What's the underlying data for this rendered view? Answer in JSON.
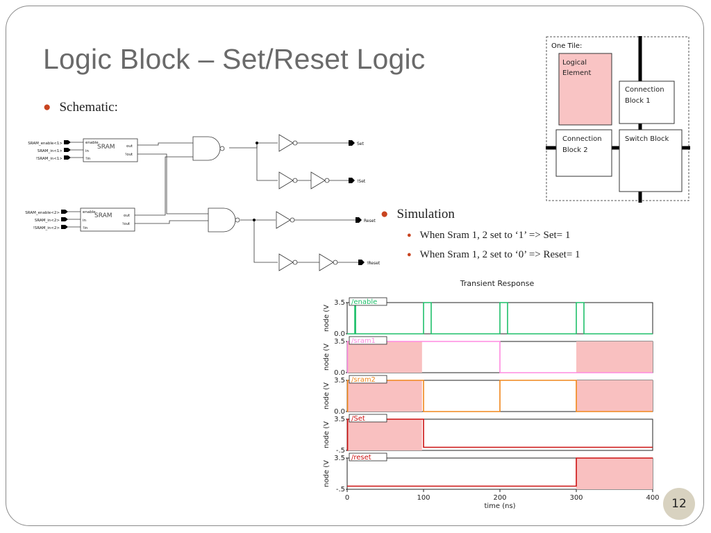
{
  "slide": {
    "title": "Logic Block – Set/Reset Logic",
    "bullet_schematic": "Schematic:",
    "bullet_simulation": "Simulation",
    "sim_points": [
      "When Sram 1, 2 set to ‘1’ => Set= 1",
      "When Sram 1, 2 set to ‘0’ => Reset= 1"
    ],
    "page_number": "12"
  },
  "tile_diagram": {
    "caption": "One Tile:",
    "logical_element": [
      "Logical",
      "Element"
    ],
    "connection_block_1": [
      "Connection",
      "Block 1"
    ],
    "connection_block_2": [
      "Connection",
      "Block 2"
    ],
    "switch_block": "Switch Block",
    "logical_color": "#f9c4c4"
  },
  "schematic": {
    "sram1": {
      "pins_in": [
        "SRAM_enable<1>",
        "SRAM_in<1>",
        "!SRAM_in<1>"
      ],
      "ports_in": [
        "enable",
        "in",
        "!in"
      ],
      "ports_out": [
        "out",
        "!out"
      ],
      "label": "SRAM"
    },
    "sram2": {
      "pins_in": [
        "SRAM_enable<2>",
        "SRAM_in<2>",
        "!SRAM_in<2>"
      ],
      "ports_in": [
        "enable",
        "in",
        "!in"
      ],
      "ports_out": [
        "out",
        "!out"
      ],
      "label": "SRAM"
    },
    "outputs": [
      "Set",
      "!Set",
      "Reset",
      "!Reset"
    ]
  },
  "chart_data": {
    "type": "line",
    "title": "Transient Response",
    "xlabel": "time (ns)",
    "ylabel": "node (V",
    "xlim": [
      0,
      400
    ],
    "x_ticks": [
      "0",
      "100",
      "200",
      "300",
      "400"
    ],
    "highlight_color": "#f9c0c0",
    "panels": [
      {
        "name": "/enable",
        "color": "#1fbf6a",
        "y_ticks": [
          "3.5",
          "0.0"
        ],
        "ylim": [
          0,
          3.5
        ],
        "x": [
          0,
          10,
          10,
          11,
          11,
          100,
          100,
          110,
          110,
          200,
          200,
          210,
          210,
          300,
          300,
          310,
          310,
          400
        ],
        "y": [
          0,
          0,
          3.5,
          3.5,
          0,
          0,
          3.5,
          3.5,
          0,
          0,
          3.5,
          3.5,
          0,
          0,
          3.5,
          3.5,
          0,
          0
        ],
        "shade": []
      },
      {
        "name": "/sram1",
        "color": "#ff8ae0",
        "y_ticks": [
          "3.5",
          "0.0"
        ],
        "ylim": [
          0,
          3.5
        ],
        "x": [
          0,
          0.5,
          0.5,
          200,
          200,
          400
        ],
        "y": [
          0,
          0,
          3.5,
          3.5,
          0,
          0
        ],
        "shade": [
          [
            0,
            98
          ],
          [
            300,
            400
          ]
        ]
      },
      {
        "name": "/sram2",
        "color": "#f0861a",
        "y_ticks": [
          "3.5",
          "0.0"
        ],
        "ylim": [
          0,
          3.5
        ],
        "x": [
          0,
          0.5,
          0.5,
          100,
          100,
          200,
          200,
          300,
          300,
          400
        ],
        "y": [
          0,
          0,
          3.5,
          3.5,
          0,
          0,
          3.5,
          3.5,
          0,
          0
        ],
        "shade": [
          [
            0,
            98
          ],
          [
            300,
            400
          ]
        ]
      },
      {
        "name": "/Set",
        "color": "#cc1111",
        "y_ticks": [
          "3.5",
          "-.5"
        ],
        "ylim": [
          -0.5,
          3.5
        ],
        "x": [
          0,
          0.5,
          0.5,
          100,
          100,
          400
        ],
        "y": [
          -0.5,
          -0.5,
          3.5,
          3.5,
          -0.1,
          -0.1
        ],
        "shade": [
          [
            0,
            98
          ]
        ]
      },
      {
        "name": "/reset",
        "color": "#cc1111",
        "y_ticks": [
          "3.5",
          "-.5"
        ],
        "ylim": [
          -0.5,
          3.5
        ],
        "x": [
          0,
          300,
          300,
          400
        ],
        "y": [
          -0.1,
          -0.1,
          3.5,
          3.5
        ],
        "shade": [
          [
            300,
            400
          ]
        ]
      }
    ]
  }
}
